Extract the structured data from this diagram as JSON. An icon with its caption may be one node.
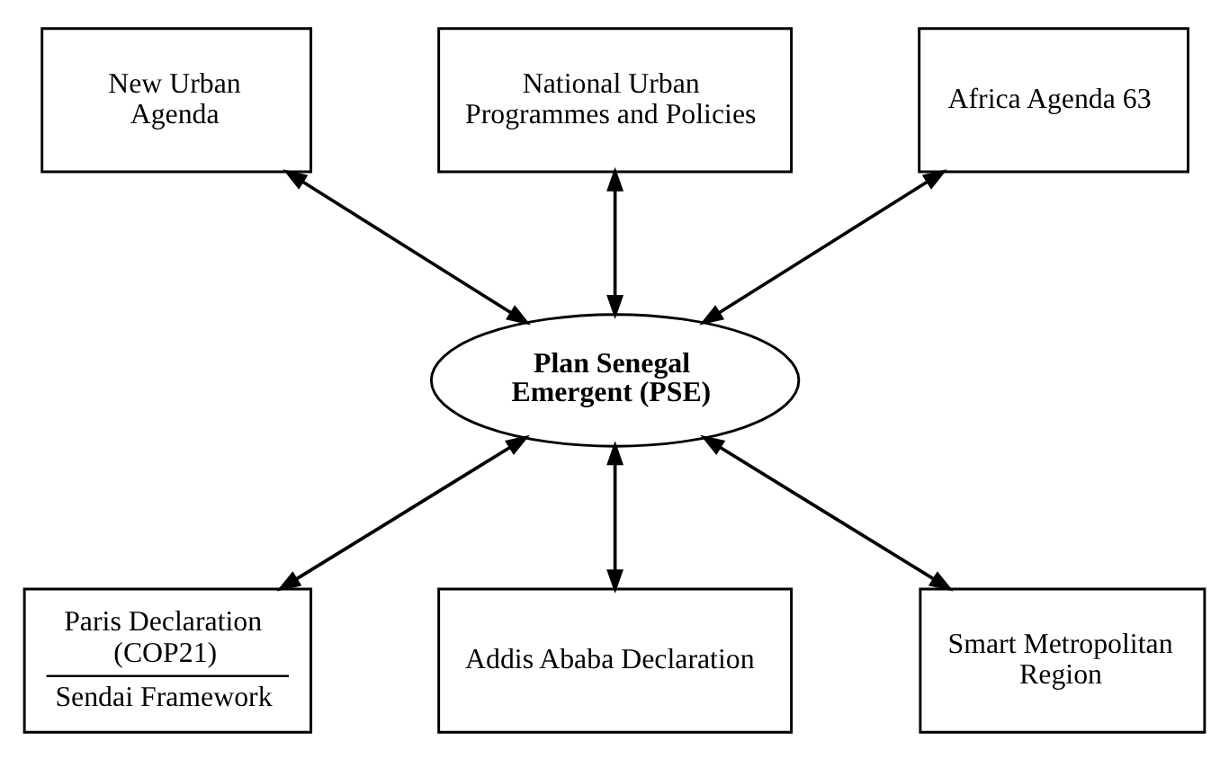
{
  "diagram": {
    "nodes": [
      {
        "text": [
          "New Urban Agenda"
        ]
      },
      {
        "text": [
          "National Urban Programmes and Policies"
        ]
      },
      {
        "text": [
          "Africa Agenda 63"
        ]
      },
      {
        "text": [
          "Plan Senegal Emergent (PSE)"
        ]
      },
      {
        "text": [
          "Paris Declaration (COP21)",
          "Sendai Framework"
        ]
      },
      {
        "text": [
          "Addis Ababa Declaration"
        ]
      },
      {
        "text": [
          "Smart Metropolitan Region"
        ]
      }
    ],
    "edges": [
      {
        "from": 0,
        "to": 3,
        "arrow": "both"
      },
      {
        "from": 1,
        "to": 3,
        "arrow": "both"
      },
      {
        "from": 2,
        "to": 3,
        "arrow": "both"
      },
      {
        "from": 3,
        "to": 4,
        "arrow": "both"
      },
      {
        "from": 3,
        "to": 5,
        "arrow": "both"
      },
      {
        "from": 3,
        "to": 6,
        "arrow": "both"
      }
    ]
  }
}
